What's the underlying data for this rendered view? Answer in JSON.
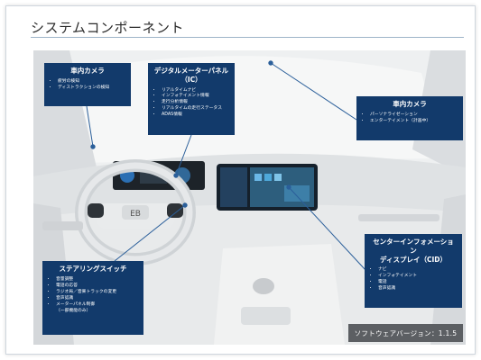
{
  "slide": {
    "title": "システムコンポーネント",
    "software_version": "ソフトウェアバージョン：1.1.5"
  },
  "callouts": {
    "cabin_camera_left": {
      "title": "車内カメラ",
      "items": [
        "疲労の検知",
        "ディストラクションの検知"
      ]
    },
    "digital_meter": {
      "title": "デジタルメーターパネル\n（IC）",
      "items": [
        "リアルタイムナビ",
        "インフォテイメント情報",
        "走行分析情報",
        "リアルタイムの走行ステータス",
        "ADAS情報"
      ]
    },
    "cabin_camera_right": {
      "title": "車内カメラ",
      "items": [
        "パーソナライゼーション",
        "エンターテイメント（計画中）"
      ]
    },
    "steering_switch": {
      "title": "ステアリングスイッチ",
      "items": [
        "音量調整",
        "電話の応答",
        "ラジオ局／音楽トラックの変更",
        "音声認識",
        "メーターパネル制御\n（一部機能のみ）"
      ]
    },
    "cid": {
      "title": "センターインフォメーション\nディスプレイ（CID）",
      "items": [
        "ナビ",
        "インフォテイメント",
        "電話",
        "音声認識"
      ]
    }
  },
  "colors": {
    "callout_bg": "#123a6b",
    "leader_line": "#2b5f9a",
    "version_bg": "#5c5f63"
  }
}
